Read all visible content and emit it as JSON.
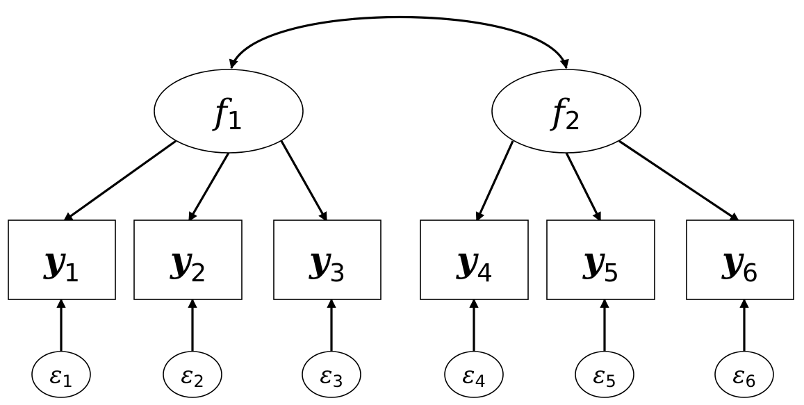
{
  "factors": [
    {
      "id": "f1",
      "symbol": "f",
      "subscript": "1"
    },
    {
      "id": "f2",
      "symbol": "f",
      "subscript": "2"
    }
  ],
  "indicators": [
    {
      "id": "y1",
      "symbol": "y",
      "subscript": "1",
      "factor": "f1"
    },
    {
      "id": "y2",
      "symbol": "y",
      "subscript": "2",
      "factor": "f1"
    },
    {
      "id": "y3",
      "symbol": "y",
      "subscript": "3",
      "factor": "f1"
    },
    {
      "id": "y4",
      "symbol": "y",
      "subscript": "4",
      "factor": "f2"
    },
    {
      "id": "y5",
      "symbol": "y",
      "subscript": "5",
      "factor": "f2"
    },
    {
      "id": "y6",
      "symbol": "y",
      "subscript": "6",
      "factor": "f2"
    }
  ],
  "errors": [
    {
      "id": "e1",
      "symbol": "ε",
      "subscript": "1",
      "indicator": "y1"
    },
    {
      "id": "e2",
      "symbol": "ε",
      "subscript": "2",
      "indicator": "y2"
    },
    {
      "id": "e3",
      "symbol": "ε",
      "subscript": "3",
      "indicator": "y3"
    },
    {
      "id": "e4",
      "symbol": "ε",
      "subscript": "4",
      "indicator": "y4"
    },
    {
      "id": "e5",
      "symbol": "ε",
      "subscript": "5",
      "indicator": "y5"
    },
    {
      "id": "e6",
      "symbol": "ε",
      "subscript": "6",
      "indicator": "y6"
    }
  ],
  "covariances": [
    {
      "from": "f1",
      "to": "f2"
    }
  ]
}
